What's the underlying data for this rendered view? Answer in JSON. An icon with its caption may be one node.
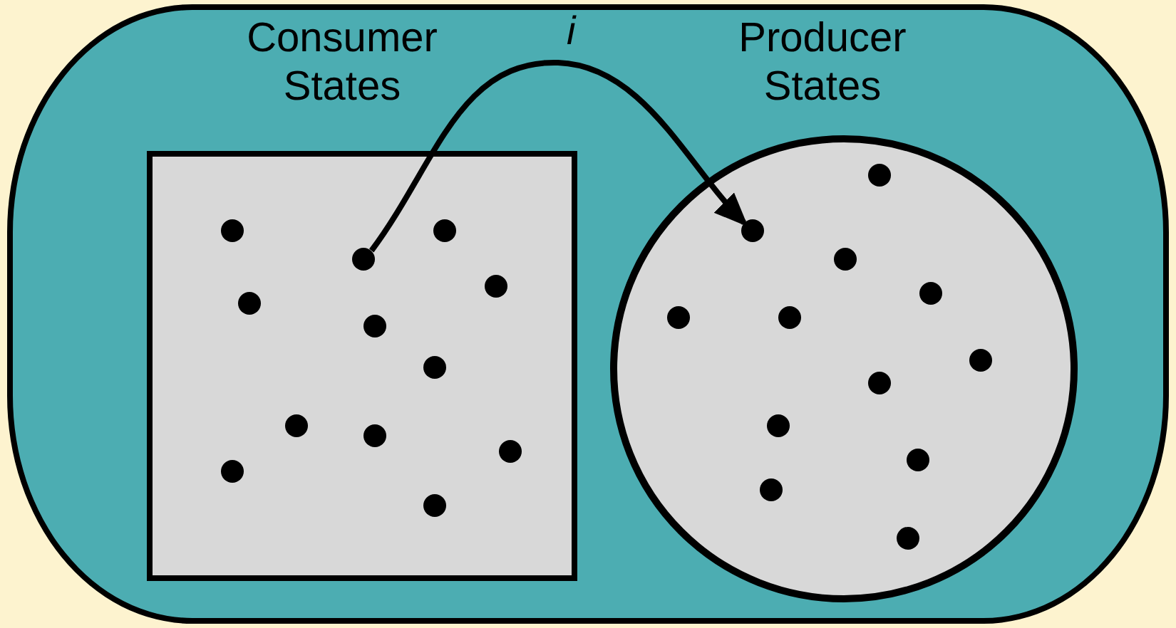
{
  "diagram": {
    "nodes": [
      {
        "text": [],
        "shape": "box"
      },
      {
        "text": [
          "Consumer States"
        ],
        "in": 0
      },
      {
        "text": [
          "Producer States"
        ],
        "in": 0
      },
      {
        "text": [],
        "shape": "circle",
        "in": 1
      },
      {
        "text": [],
        "shape": "circle",
        "in": 1
      },
      {
        "text": [],
        "shape": "circle",
        "in": 1
      },
      {
        "text": [],
        "shape": "circle",
        "in": 1
      },
      {
        "text": [],
        "shape": "circle",
        "in": 1
      },
      {
        "text": [],
        "shape": "circle",
        "in": 1
      },
      {
        "text": [],
        "shape": "circle",
        "in": 1
      },
      {
        "text": [],
        "shape": "circle",
        "in": 1
      },
      {
        "text": [],
        "shape": "circle",
        "in": 1
      },
      {
        "text": [],
        "shape": "circle",
        "in": 1
      },
      {
        "text": [],
        "shape": "circle",
        "in": 1
      },
      {
        "text": [],
        "shape": "circle",
        "in": 1
      },
      {
        "text": [],
        "shape": "circle",
        "in": 2
      },
      {
        "text": [],
        "shape": "circle",
        "in": 2
      },
      {
        "text": [],
        "shape": "circle",
        "in": 2
      },
      {
        "text": [],
        "shape": "circle",
        "in": 2
      },
      {
        "text": [],
        "shape": "circle",
        "in": 2
      },
      {
        "text": [],
        "shape": "circle",
        "in": 2
      },
      {
        "text": [],
        "shape": "circle",
        "in": 2
      },
      {
        "text": [],
        "shape": "circle",
        "in": 2
      },
      {
        "text": [],
        "shape": "circle",
        "in": 2
      },
      {
        "text": [],
        "shape": "circle",
        "in": 2
      },
      {
        "text": [],
        "shape": "circle",
        "in": 2
      },
      {
        "text": [],
        "shape": "circle",
        "in": 2
      }
    ],
    "edges": [
      {
        "from": 4,
        "to": 16,
        "arrow": "to",
        "label": "i"
      }
    ]
  }
}
